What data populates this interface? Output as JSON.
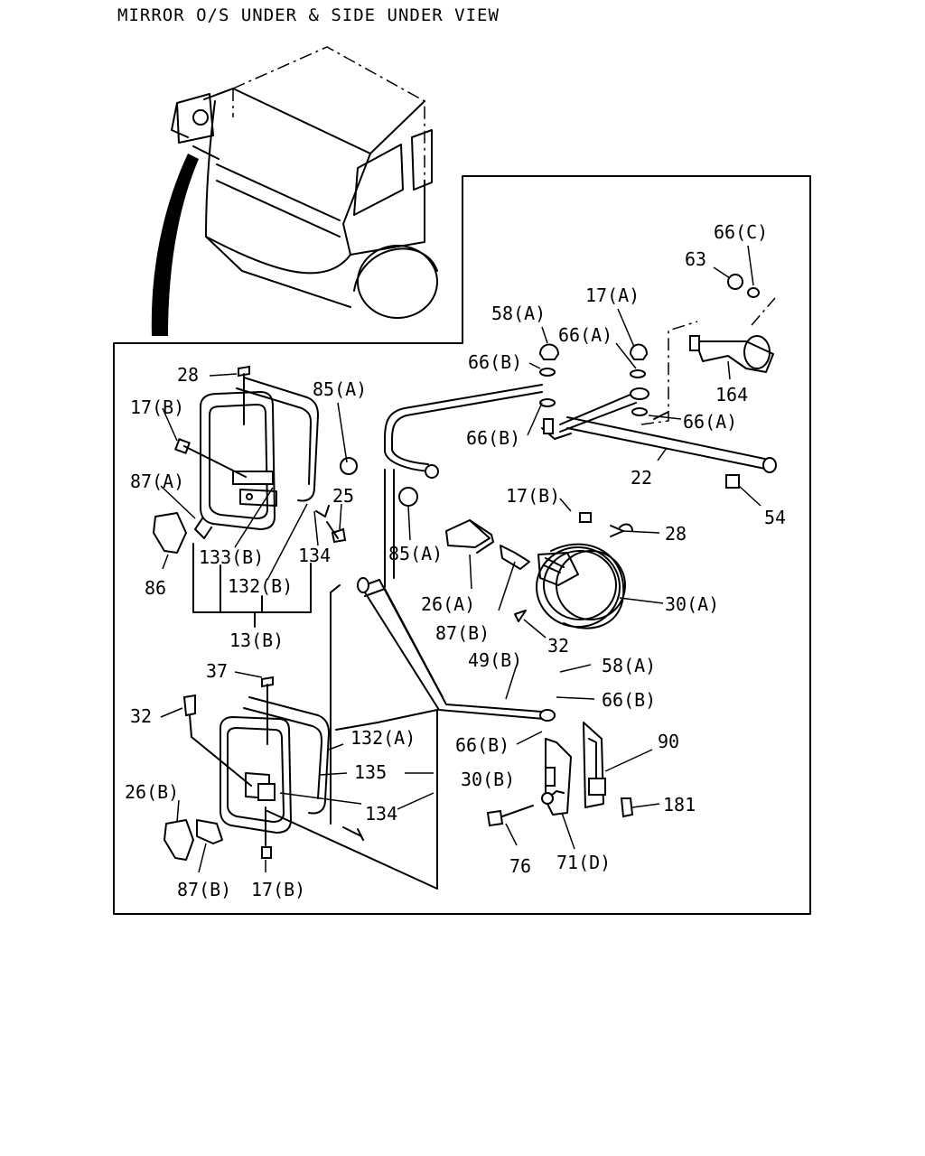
{
  "title": "MIRROR O/S UNDER & SIDE UNDER VIEW",
  "labels": {
    "l_66c": "66(C)",
    "l_63": "63",
    "l_17a": "17(A)",
    "l_58a_top": "58(A)",
    "l_66a_1": "66(A)",
    "l_66b_1": "66(B)",
    "l_164": "164",
    "l_66b_2": "66(B)",
    "l_66a_2": "66(A)",
    "l_22": "22",
    "l_54": "54",
    "l_28_top": "28",
    "l_85a_1": "85(A)",
    "l_17b_1": "17(B)",
    "l_87a": "87(A)",
    "l_25": "25",
    "l_86": "86",
    "l_133b": "133(B)",
    "l_134_1": "134",
    "l_132b": "132(B)",
    "l_13b": "13(B)",
    "l_85a_2": "85(A)",
    "l_17b_2": "17(B)",
    "l_28_right": "28",
    "l_26a": "26(A)",
    "l_30a": "30(A)",
    "l_87b_1": "87(B)",
    "l_32_1": "32",
    "l_49b": "49(B)",
    "l_58a_2": "58(A)",
    "l_66b_3": "66(B)",
    "l_37": "37",
    "l_32_2": "32",
    "l_132a": "132(A)",
    "l_66b_4": "66(B)",
    "l_90": "90",
    "l_135": "135",
    "l_30b": "30(B)",
    "l_26b": "26(B)",
    "l_134_2": "134",
    "l_181": "181",
    "l_76": "76",
    "l_71d": "71(D)",
    "l_87b_2": "87(B)",
    "l_17b_3": "17(B)"
  }
}
